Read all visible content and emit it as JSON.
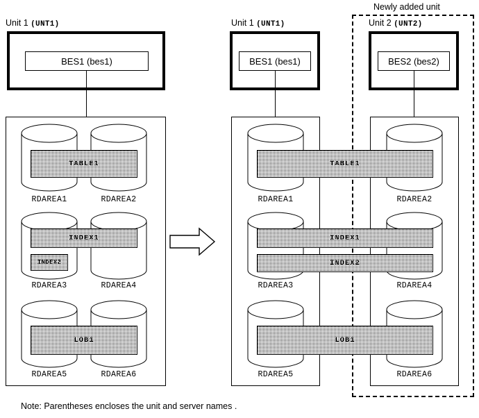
{
  "diagram": {
    "note": "Note: Parentheses encloses the unit and server names .",
    "newly_added_label": "Newly added unit",
    "arrow": "right-arrow"
  },
  "before": {
    "unit": {
      "title_prefix": "Unit 1",
      "id": "(UNT1)"
    },
    "server": {
      "label": "BES1 (bes1)"
    },
    "rdareas": [
      {
        "name": "RDAREA1"
      },
      {
        "name": "RDAREA2"
      },
      {
        "name": "RDAREA3"
      },
      {
        "name": "RDAREA4"
      },
      {
        "name": "RDAREA5"
      },
      {
        "name": "RDAREA6"
      }
    ],
    "bands": [
      {
        "name": "TABLE1",
        "span": "RDAREA1-RDAREA2"
      },
      {
        "name": "INDEX1",
        "span": "RDAREA3-RDAREA4"
      },
      {
        "name": "INDEX2",
        "span": "RDAREA3"
      },
      {
        "name": "LOB1",
        "span": "RDAREA5-RDAREA6"
      }
    ]
  },
  "after": {
    "unit1": {
      "title_prefix": "Unit 1",
      "id": "(UNT1)"
    },
    "unit2": {
      "title_prefix": "Unit 2",
      "id": "(UNT2)"
    },
    "server1": {
      "label": "BES1 (bes1)"
    },
    "server2": {
      "label": "BES2 (bes2)"
    },
    "rdareas_left": [
      {
        "name": "RDAREA1"
      },
      {
        "name": "RDAREA3"
      },
      {
        "name": "RDAREA5"
      }
    ],
    "rdareas_right": [
      {
        "name": "RDAREA2"
      },
      {
        "name": "RDAREA4"
      },
      {
        "name": "RDAREA6"
      }
    ],
    "bands": [
      {
        "name": "TABLE1",
        "span": "RDAREA1-RDAREA2"
      },
      {
        "name": "INDEX1",
        "span": "RDAREA3-RDAREA4"
      },
      {
        "name": "INDEX2",
        "span": "RDAREA3-RDAREA4"
      },
      {
        "name": "LOB1",
        "span": "RDAREA5-RDAREA6"
      }
    ]
  }
}
